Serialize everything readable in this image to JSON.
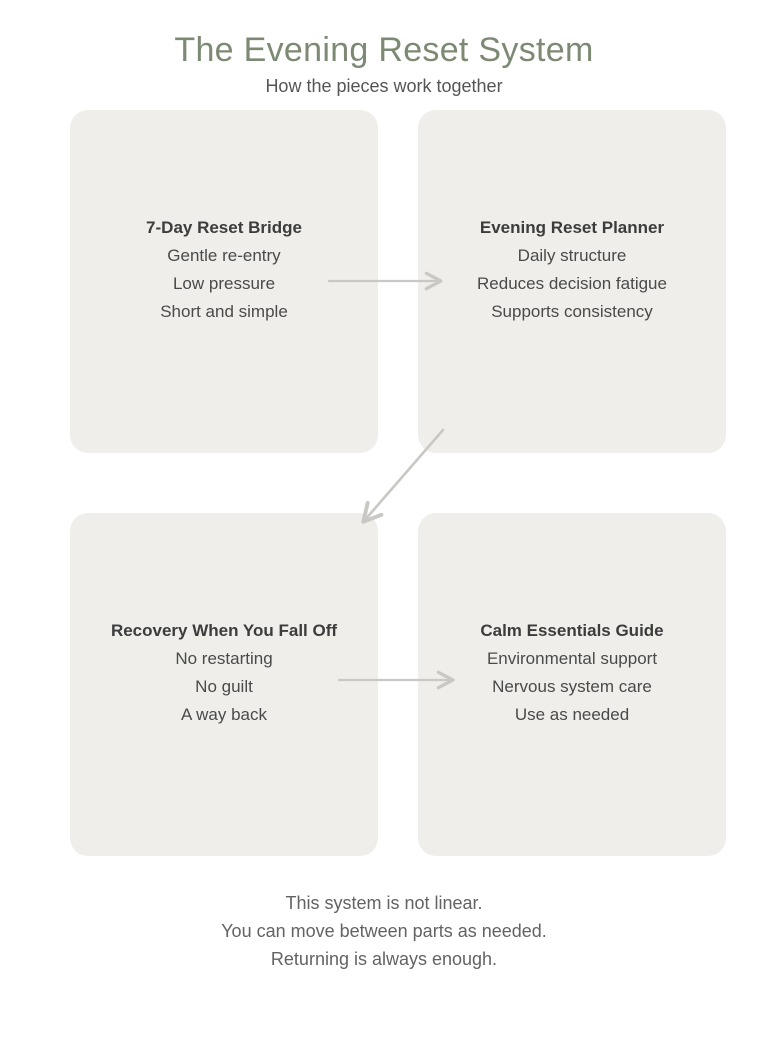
{
  "header": {
    "title": "The Evening Reset System",
    "subtitle": "How the pieces work together",
    "title_color": "#7D8A73",
    "subtitle_color": "#555555"
  },
  "theme": {
    "background": "#FFFFFF",
    "card_background": "#EFEEEA",
    "card_title_color": "#3C3C3C",
    "card_text_color": "#4A4A4A",
    "arrow_color": "#C9C8C4",
    "footer_color": "#636363"
  },
  "cards": [
    {
      "title": "7-Day Reset Bridge",
      "lines": [
        "Gentle re-entry",
        "Low pressure",
        "Short and simple"
      ]
    },
    {
      "title": "Evening Reset Planner",
      "lines": [
        "Daily structure",
        "Reduces decision fatigue",
        "Supports consistency"
      ]
    },
    {
      "title": "Recovery When You Fall Off",
      "lines": [
        "No restarting",
        "No guilt",
        "A way back"
      ]
    },
    {
      "title": "Calm Essentials Guide",
      "lines": [
        "Environmental support",
        "Nervous system care",
        "Use as needed"
      ]
    }
  ],
  "connectors": [
    {
      "name": "arrow-bridge-to-planner",
      "from": "7-Day Reset Bridge",
      "to": "Evening Reset Planner",
      "direction": "right"
    },
    {
      "name": "arrow-planner-to-recovery",
      "from": "Evening Reset Planner",
      "to": "Recovery When You Fall Off",
      "direction": "diagonal-down-left"
    },
    {
      "name": "arrow-recovery-to-essentials",
      "from": "Recovery When You Fall Off",
      "to": "Calm Essentials Guide",
      "direction": "right"
    }
  ],
  "footer": {
    "lines": [
      "This system is not linear.",
      "You can move between parts as needed.",
      "Returning is always enough."
    ]
  }
}
